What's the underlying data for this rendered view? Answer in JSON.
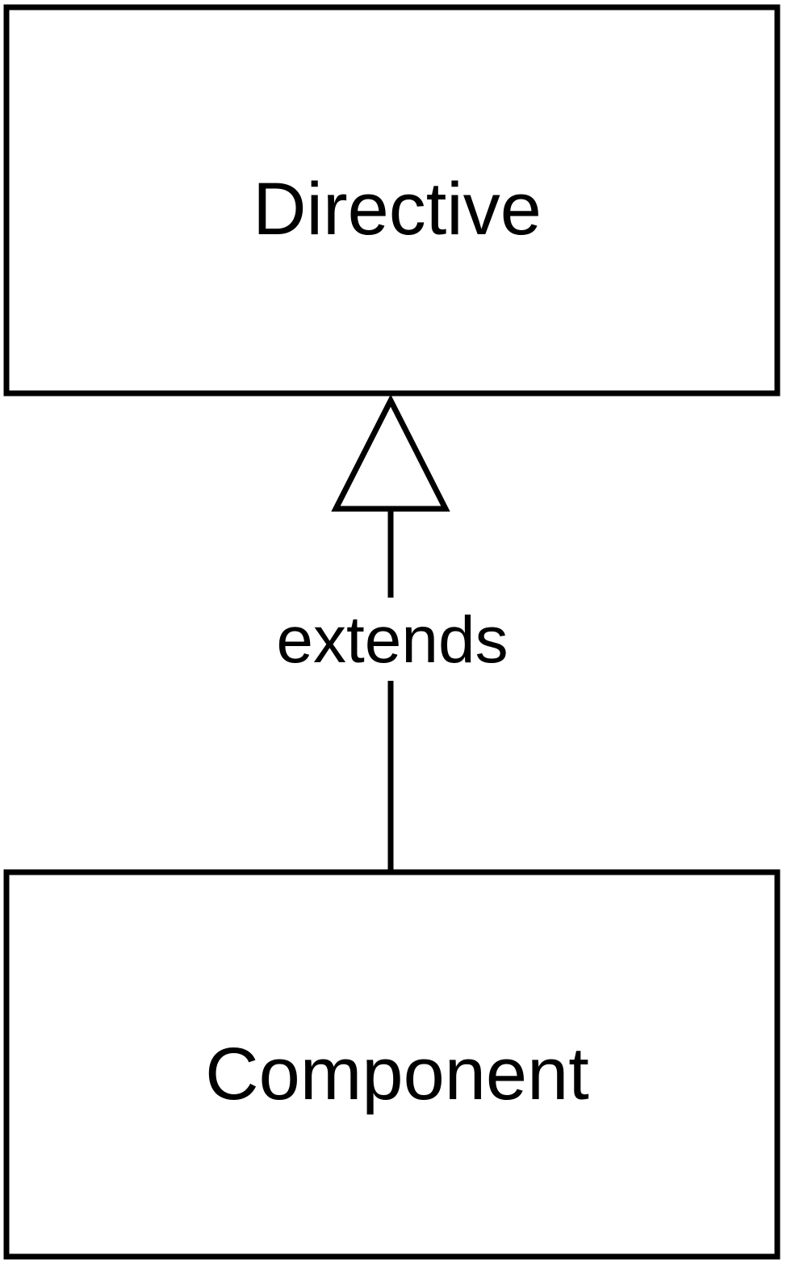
{
  "diagram": {
    "type": "uml-class-inheritance",
    "parent_class": {
      "name": "Directive"
    },
    "child_class": {
      "name": "Component"
    },
    "relationship": {
      "kind": "generalization",
      "label": "extends",
      "arrowhead": "hollow-triangle"
    },
    "colors": {
      "stroke": "#000000",
      "fill": "#ffffff",
      "text": "#000000"
    }
  }
}
